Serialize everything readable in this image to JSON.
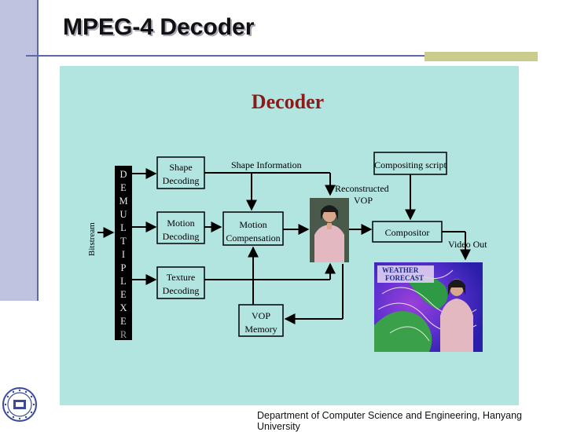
{
  "slide": {
    "title": "MPEG-4 Decoder",
    "footer": "Department of Computer Science and Engineering, Hanyang University"
  },
  "diagram": {
    "heading": "Decoder",
    "bitstream_label": "Bitstream",
    "demux_letters": [
      "D",
      "E",
      "M",
      "U",
      "L",
      "T",
      "I",
      "P",
      "L",
      "E",
      "X",
      "E",
      "R"
    ],
    "blocks": {
      "shape_decoding": [
        "Shape",
        "Decoding"
      ],
      "motion_decoding": [
        "Motion",
        "Decoding"
      ],
      "texture_decoding": [
        "Texture",
        "Decoding"
      ],
      "motion_compensation": [
        "Motion",
        "Compensation"
      ],
      "vop_memory": [
        "VOP",
        "Memory"
      ],
      "compositor": "Compositor",
      "compositing_script": "Compositing script"
    },
    "labels": {
      "shape_information": "Shape Information",
      "reconstructed_vop": [
        "Reconstructed",
        "VOP"
      ],
      "video_out": "Video Out"
    },
    "images": {
      "vop_presenter": "presenter-photo",
      "weather_scene": "weather-forecast-frame",
      "weather_banner": [
        "WEATHER",
        "FORECAST"
      ]
    }
  },
  "colors": {
    "diagram_bg": "#b2e4e0",
    "heading": "#8b1a1a",
    "accent_bar": "#5a6aa8"
  }
}
